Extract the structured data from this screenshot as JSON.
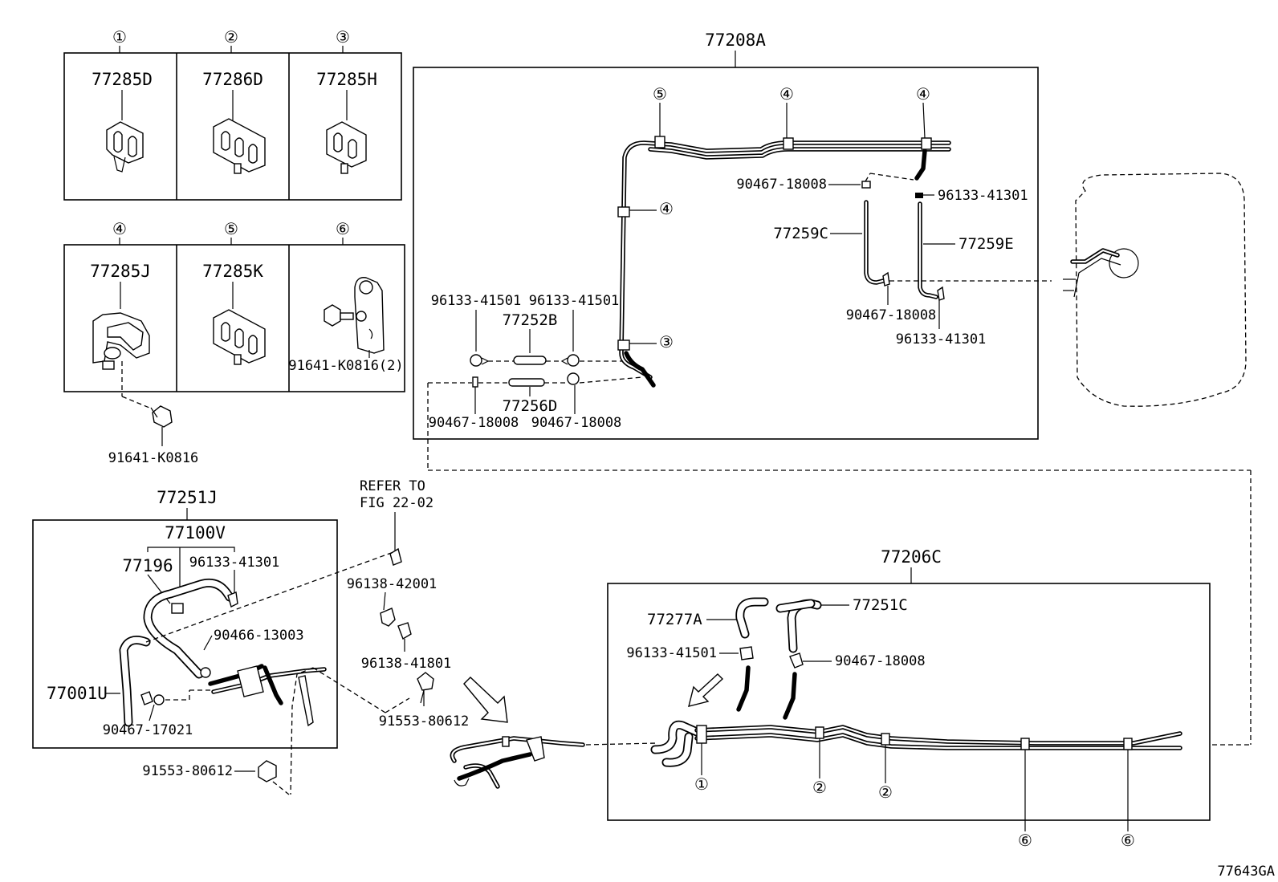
{
  "diagram_id": "77643GA",
  "clip_legend": [
    {
      "num": "①",
      "part": "77285D"
    },
    {
      "num": "②",
      "part": "77286D"
    },
    {
      "num": "③",
      "part": "77285H"
    },
    {
      "num": "④",
      "part": "77285J"
    },
    {
      "num": "⑤",
      "part": "77285K"
    },
    {
      "num": "⑥",
      "part": "91641-K0816(2)"
    }
  ],
  "legend_bolt": "91641-K0816",
  "box_77208A": {
    "title": "77208A",
    "callouts": {
      "c5": "⑤",
      "c4a": "④",
      "c4b": "④",
      "c4c": "④",
      "c3": "③"
    },
    "labels": {
      "p90467_a": "90467-18008",
      "p96133_a": "96133-41301",
      "p77259C": "77259C",
      "p77259E": "77259E",
      "p90467_b": "90467-18008",
      "p96133_b": "96133-41301",
      "p96133_c": "96133-41501",
      "p96133_d": "96133-41501",
      "p77252B": "77252B",
      "p77256D": "77256D",
      "p90467_c": "90467-18008",
      "p90467_d": "90467-18008"
    }
  },
  "box_77251J": {
    "title": "77251J",
    "labels": {
      "p77100V": "77100V",
      "p77196": "77196",
      "p96133": "96133-41301",
      "p90466": "90466-13003",
      "p77001U": "77001U",
      "p90467": "90467-17021"
    }
  },
  "middle": {
    "refer_line1": "REFER TO",
    "refer_line2": "FIG 22-02",
    "p96138_a": "96138-42001",
    "p96138_b": "96138-41801",
    "p91553_a": "91553-80612",
    "p91553_b": "91553-80612"
  },
  "box_77206C": {
    "title": "77206C",
    "labels": {
      "p77277A": "77277A",
      "p77251C": "77251C",
      "p96133": "96133-41501",
      "p90467": "90467-18008"
    },
    "callouts": {
      "c1": "①",
      "c2a": "②",
      "c2b": "②",
      "c6a": "⑥",
      "c6b": "⑥"
    }
  }
}
